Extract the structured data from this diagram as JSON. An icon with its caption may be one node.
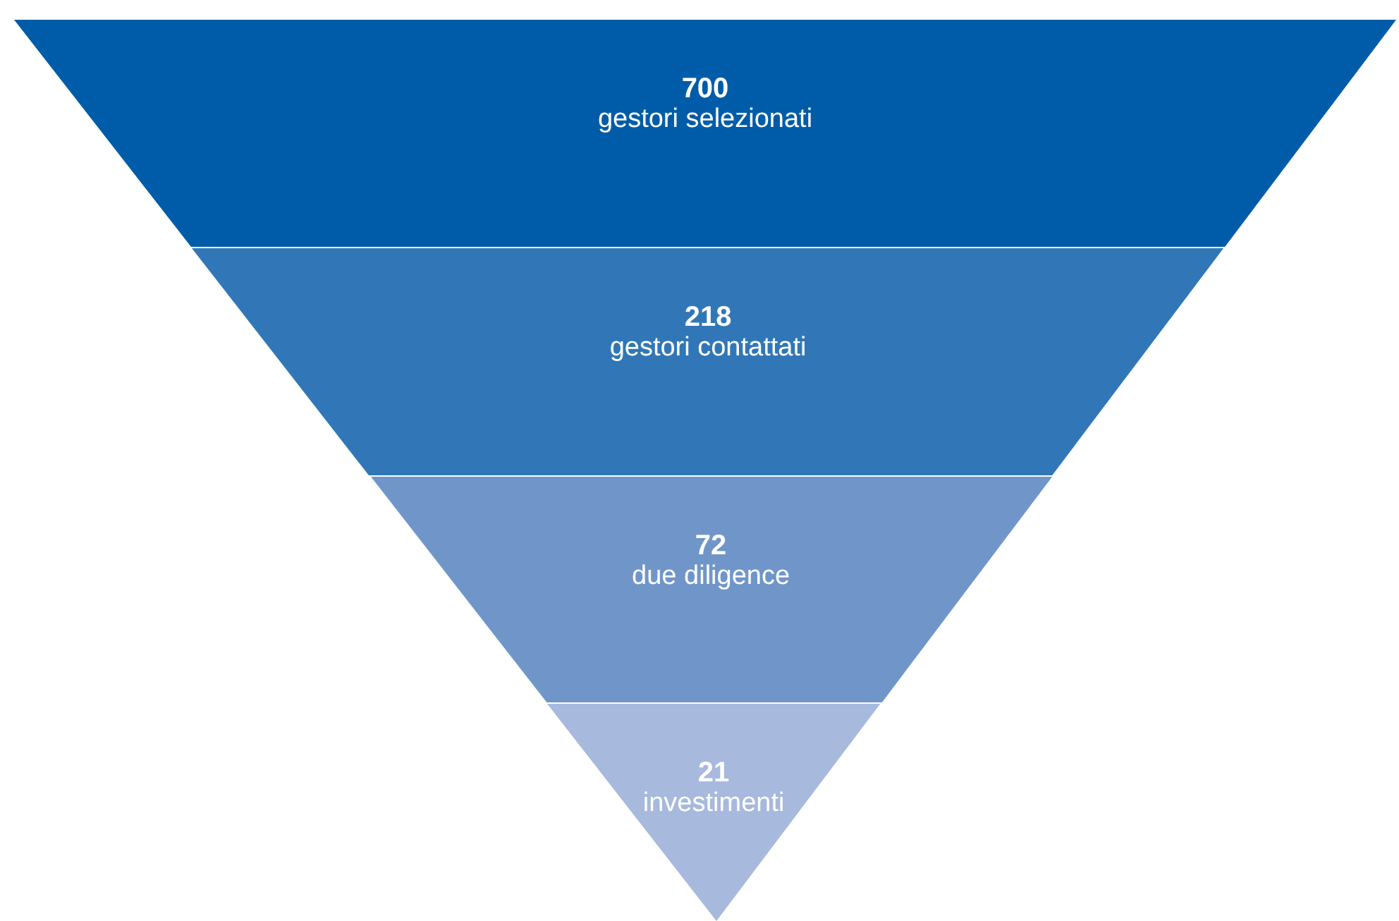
{
  "diagram": {
    "nodes": [
      {
        "text": [
          "700",
          "gestori selezionati"
        ]
      },
      {
        "text": [
          "218",
          "gestori contattati"
        ]
      },
      {
        "text": [
          "72",
          "due diligence"
        ]
      },
      {
        "text": [
          "21",
          "investimenti"
        ]
      }
    ]
  }
}
